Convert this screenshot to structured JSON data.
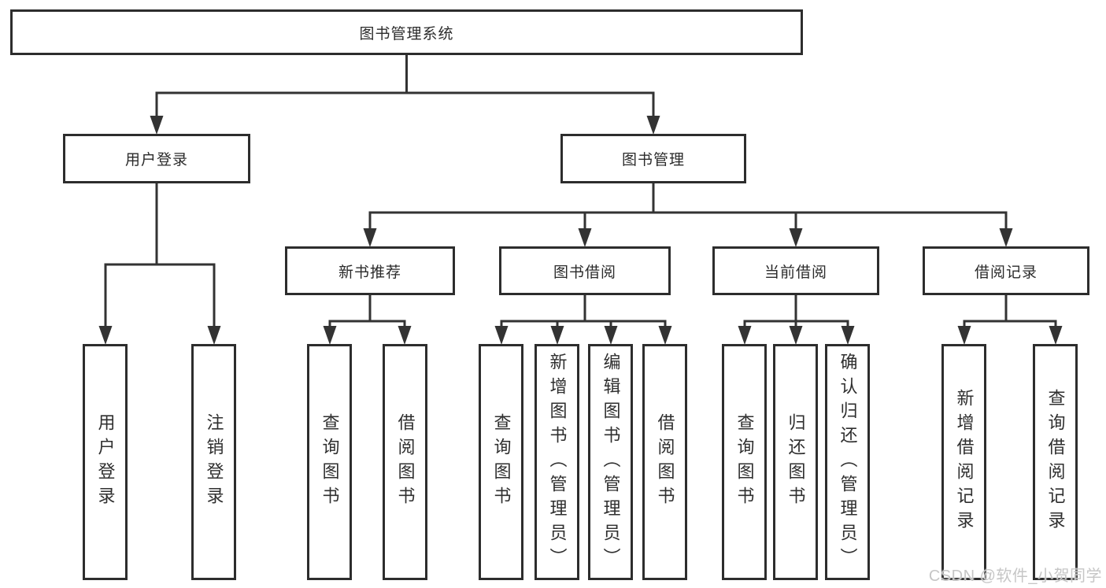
{
  "diagram": {
    "kind": "function-structure-tree",
    "tree": {
      "root": {
        "label": "图书管理系统"
      },
      "branches": [
        {
          "label": "用户登录",
          "children": [
            {
              "label": "用户登录"
            },
            {
              "label": "注销登录"
            }
          ]
        },
        {
          "label": "图书管理",
          "children": [
            {
              "label": "新书推荐",
              "children": [
                {
                  "label": "查询图书"
                },
                {
                  "label": "借阅图书"
                }
              ]
            },
            {
              "label": "图书借阅",
              "children": [
                {
                  "label": "查询图书"
                },
                {
                  "label": "新增图书（管理员）"
                },
                {
                  "label": "编辑图书（管理员）"
                },
                {
                  "label": "借阅图书"
                }
              ]
            },
            {
              "label": "当前借阅",
              "children": [
                {
                  "label": "查询图书"
                },
                {
                  "label": "归还图书"
                },
                {
                  "label": "确认归还（管理员）"
                }
              ]
            },
            {
              "label": "借阅记录",
              "children": [
                {
                  "label": "新增借阅记录"
                },
                {
                  "label": "查询借阅记录"
                }
              ]
            }
          ]
        }
      ]
    },
    "colors": {
      "line": "#333333",
      "box_border": "#2d2d2d",
      "text": "#2b2b2b",
      "watermark": "#c6c6c6",
      "background": "#ffffff"
    }
  },
  "watermark": {
    "text": "CSDN @软件_小贺同学"
  }
}
